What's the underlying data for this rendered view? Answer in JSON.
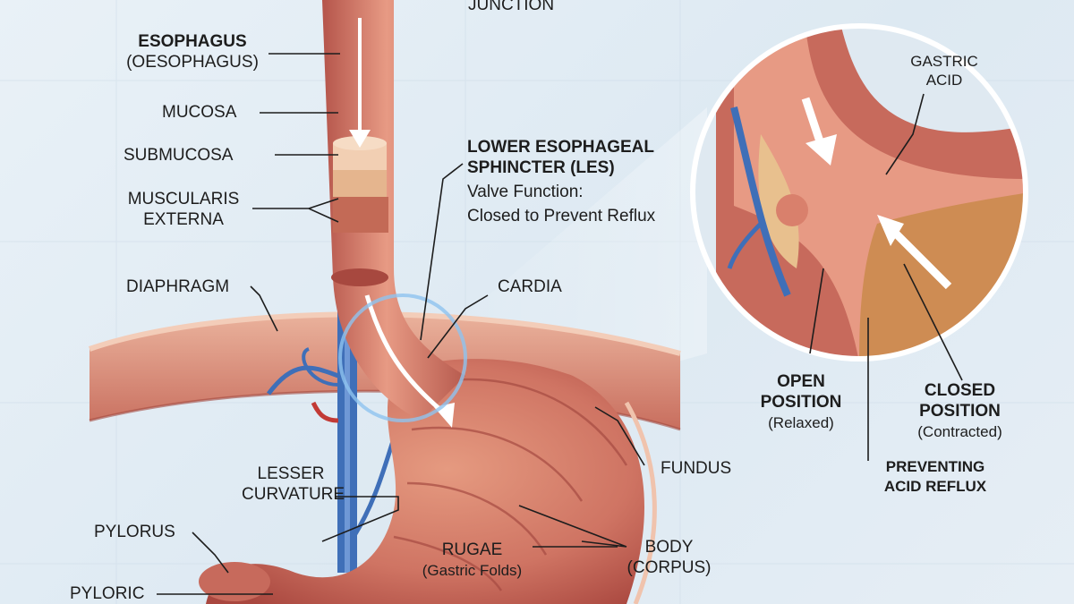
{
  "labels": {
    "junction": "JUNCTION",
    "esophagus": "ESOPHAGUS",
    "esophagus_alt": "(OESOPHAGUS)",
    "mucosa": "MUCOSA",
    "submucosa": "SUBMUCOSA",
    "muscularis_1": "MUSCULARIS",
    "muscularis_2": "EXTERNA",
    "diaphragm": "DIAPHRAGM",
    "les_1": "LOWER ESOPHAGEAL",
    "les_2": "SPHINCTER (LES)",
    "les_3": "Valve Function:",
    "les_4": "Closed to Prevent Reflux",
    "cardia": "CARDIA",
    "gastric_acid_1": "GASTRIC",
    "gastric_acid_2": "ACID",
    "open_1": "OPEN",
    "open_2": "POSITION",
    "open_3": "(Relaxed)",
    "closed_1": "CLOSED",
    "closed_2": "POSITION",
    "closed_3": "(Contracted)",
    "preventing_1": "PREVENTING",
    "preventing_2": "ACID REFLUX",
    "fundus": "FUNDUS",
    "lesser_1": "LESSER",
    "lesser_2": "CURVATURE",
    "pylorus": "PYLORUS",
    "pyloric": "PYLORIC",
    "rugae_1": "RUGAE",
    "rugae_2": "(Gastric Folds)",
    "body_1": "BODY",
    "body_2": "(CORPUS)"
  },
  "colors": {
    "tissue": "#d9806c",
    "tissue_dark": "#b7524a",
    "tissue_light": "#efb6a0",
    "vein": "#3f6fb8",
    "artery": "#c23a35",
    "fat": "#e8c08e",
    "acid": "#c98a4a",
    "leader": "#1d1d1d"
  }
}
